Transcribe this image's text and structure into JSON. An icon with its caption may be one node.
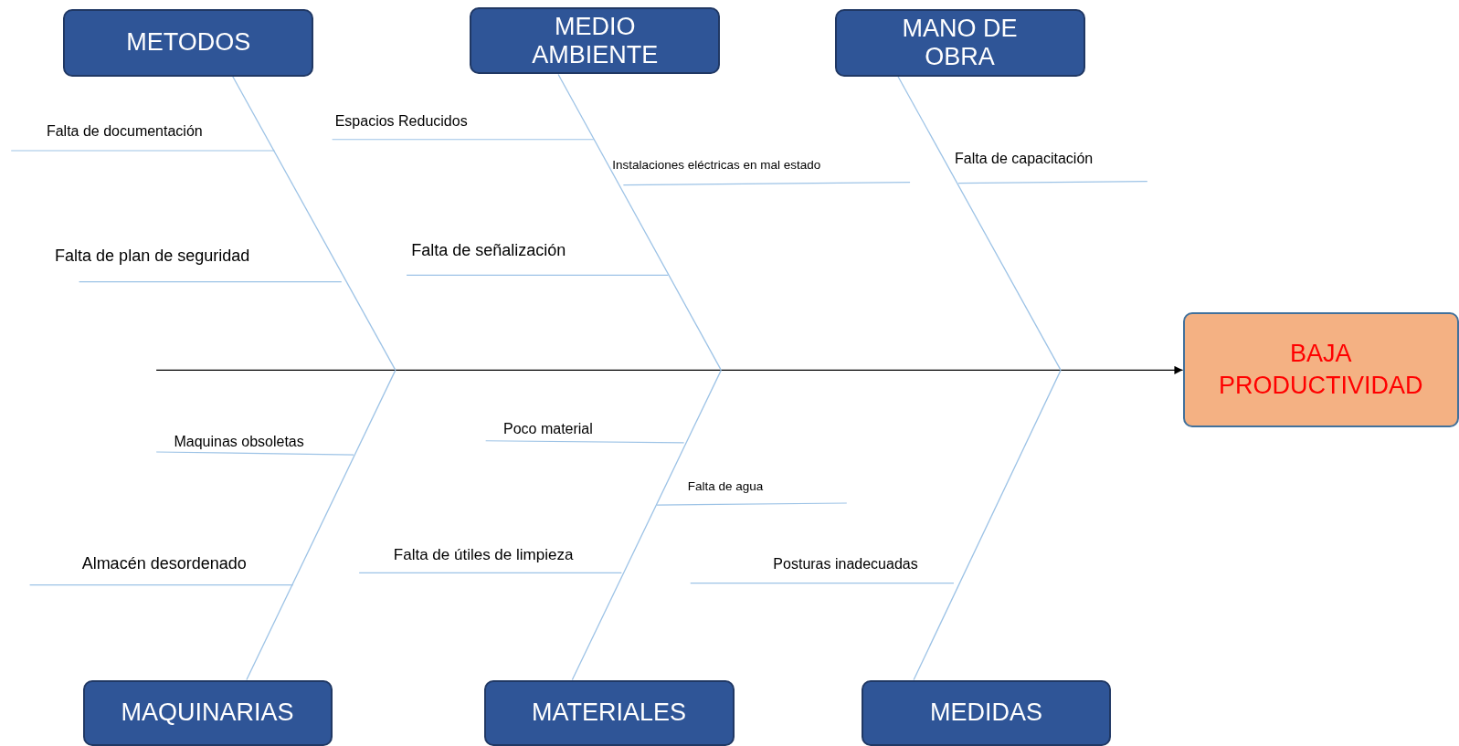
{
  "diagram": {
    "nodes": [
      {
        "text": [
          "METODOS"
        ]
      },
      {
        "text": [
          "MEDIO AMBIENTE"
        ]
      },
      {
        "text": [
          "MANO DE OBRA"
        ]
      },
      {
        "text": [
          "MAQUINARIAS"
        ]
      },
      {
        "text": [
          "MATERIALES"
        ]
      },
      {
        "text": [
          "MEDIDAS"
        ]
      },
      {
        "text": [
          "BAJA PRODUCTIVIDAD"
        ]
      }
    ],
    "edges": [
      {
        "from": null,
        "to": 6,
        "arrow": "to",
        "color": "#000000"
      },
      {
        "from": 0,
        "to": null,
        "arrow": "none"
      },
      {
        "from": 1,
        "to": null,
        "arrow": "none"
      },
      {
        "from": 2,
        "to": null,
        "arrow": "none"
      },
      {
        "from": 3,
        "to": null,
        "arrow": "none"
      },
      {
        "from": 4,
        "to": null,
        "arrow": "none"
      },
      {
        "from": 5,
        "to": null,
        "arrow": "none"
      }
    ],
    "labels": [
      "Espacios Reducidos",
      "Falta de documentación",
      "Falta de capacitación",
      "Instalaciones eléctricas en mal estado",
      "Falta de señalización",
      "Falta de plan de seguridad",
      "Poco material",
      "Maquinas obsoletas",
      "Falta de agua",
      "Falta de útiles de limpieza",
      "Almacén desordenado",
      "Posturas inadecuadas"
    ]
  }
}
